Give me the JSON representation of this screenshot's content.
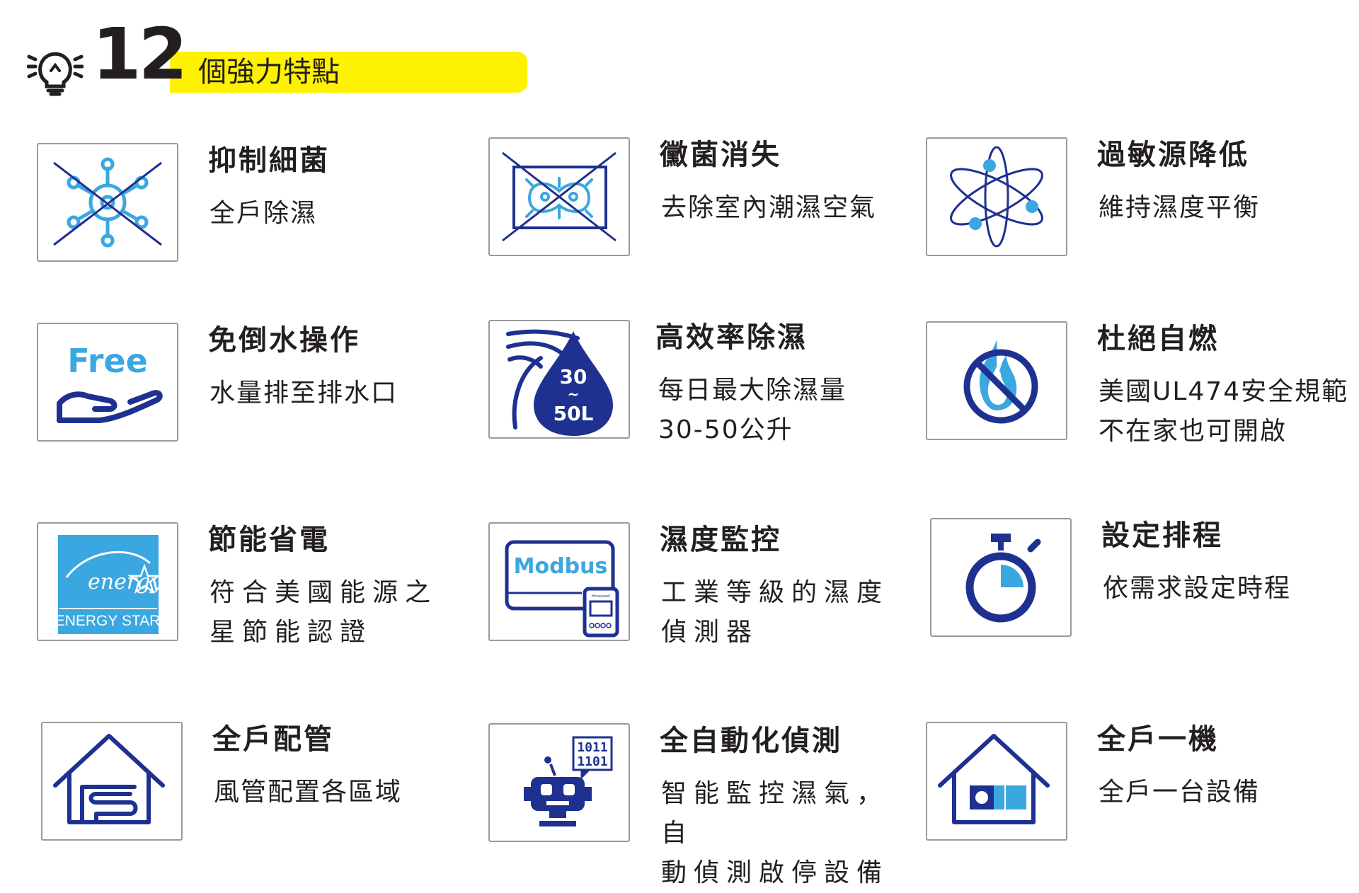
{
  "header": {
    "number": "12",
    "title": "個強力特點",
    "bulb_icon": "lightbulb-icon",
    "accent_color": "#fff200"
  },
  "colors": {
    "navy": "#1e3191",
    "sky": "#3ba7e0",
    "border": "#9a9a9a"
  },
  "features": [
    {
      "icon": "no-bacteria-icon",
      "title": "抑制細菌",
      "desc": "全戶除濕"
    },
    {
      "icon": "no-mold-icon",
      "title": "黴菌消失",
      "desc": "去除室內潮濕空氣"
    },
    {
      "icon": "atom-icon",
      "title": "過敏源降低",
      "desc": "維持濕度平衡"
    },
    {
      "icon": "free-hand-icon",
      "icon_text": "Free",
      "title": "免倒水操作",
      "desc": "水量排至排水口"
    },
    {
      "icon": "water-drop-capacity-icon",
      "icon_text_top": "30",
      "icon_text_mid": "~",
      "icon_text_bottom": "50L",
      "title": "高效率除濕",
      "desc": "每日最大除濕量\n30-50公升"
    },
    {
      "icon": "no-fire-icon",
      "title": "杜絕自燃",
      "desc": "美國UL474安全規範\n不在家也可開啟"
    },
    {
      "icon": "energy-star-icon",
      "icon_text_script": "energy",
      "icon_text": "ENERGY STAR",
      "title": "節能省電",
      "desc": "符合美國能源之\n星節能認證"
    },
    {
      "icon": "modbus-sensor-icon",
      "icon_text": "Modbus",
      "icon_text_small": "Honeywell",
      "title": "濕度監控",
      "desc": "工業等級的濕度\n偵測器"
    },
    {
      "icon": "stopwatch-icon",
      "title": "設定排程",
      "desc": "依需求設定時程"
    },
    {
      "icon": "house-duct-icon",
      "title": "全戶配管",
      "desc": "風管配置各區域"
    },
    {
      "icon": "robot-icon",
      "icon_text_top": "1011",
      "icon_text_bottom": "1101",
      "title": "全自動化偵測",
      "desc": "智能監控濕氣，自\n動偵測啟停設備"
    },
    {
      "icon": "house-unit-icon",
      "title": "全戶一機",
      "desc": "全戶一台設備"
    }
  ]
}
